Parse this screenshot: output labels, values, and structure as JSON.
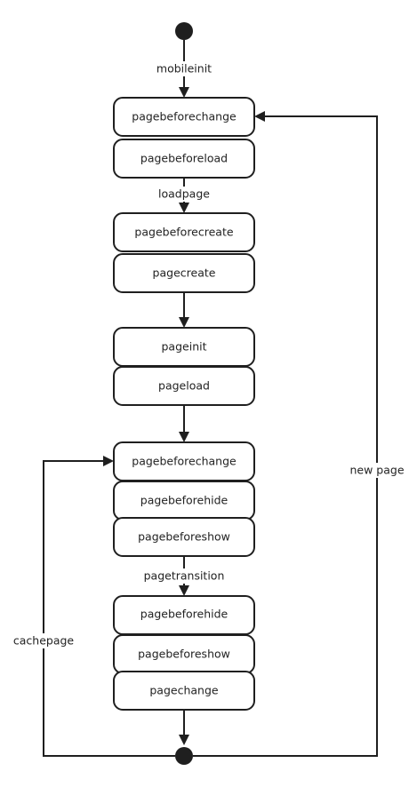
{
  "states": [
    "pagebeforechange",
    "pagebeforeload",
    "pagebeforecreate",
    "pagecreate",
    "pageinit",
    "pageload",
    "pagebeforechange",
    "pagebeforehide",
    "pagebeforeshow",
    "pagebeforehide",
    "pagebeforeshow",
    "pagechange"
  ],
  "edge_labels": {
    "start": "mobileinit",
    "load": "loadpage",
    "transition": "pagetransition",
    "new_page": "new page",
    "cache_page": "cachepage"
  }
}
